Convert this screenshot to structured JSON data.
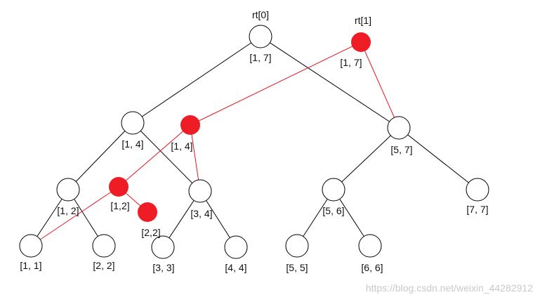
{
  "diagram": {
    "roots": {
      "rt0": "rt[0]",
      "rt1": "rt[1]"
    },
    "nodes": {
      "v0_root": "[1, 7]",
      "v0_left": "[1, 4]",
      "v0_right": "[5, 7]",
      "v0_12": "[1, 2]",
      "v0_34": "[3, 4]",
      "v0_56": "[5, 6]",
      "v0_77": "[7, 7]",
      "v0_11": "[1, 1]",
      "v0_22": "[2, 2]",
      "v0_33": "[3, 3]",
      "v0_44": "[4, 4]",
      "v0_55": "[5, 5]",
      "v0_66": "[6, 6]",
      "v1_root": "[1, 7]",
      "v1_left": "[1, 4]",
      "v1_12": "[1,2]",
      "v1_22": "[2,2]"
    },
    "colors": {
      "version0_stroke": "#000000",
      "version1_fill": "#ee1c24",
      "version1_edge": "#e0191f"
    },
    "watermark": "https://blog.csdn.net/weixin_44282912"
  }
}
